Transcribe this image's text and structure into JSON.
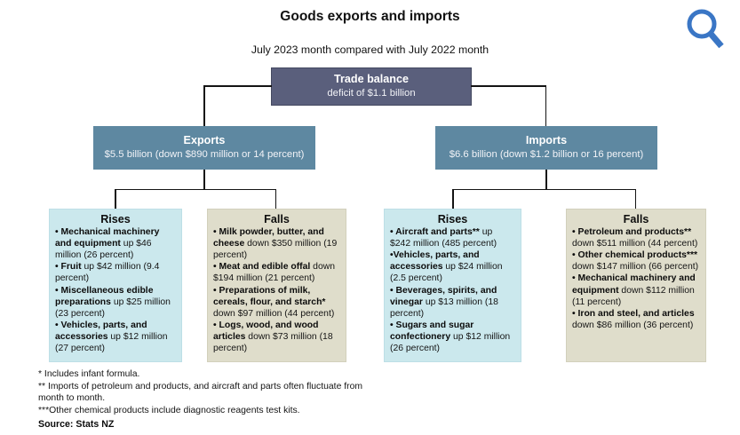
{
  "header": {
    "title": "Goods exports and imports",
    "subtitle": "July 2023 month compared with July 2022 month"
  },
  "icons": {
    "search": "magnifier-icon"
  },
  "colors": {
    "trade_balance_box": "#5a5f7c",
    "exports_imports_box": "#5e88a1",
    "rises_box": "#cbe8ed",
    "falls_box": "#dfddcb",
    "search_icon": "#3a76c5",
    "connector": "#141414"
  },
  "tree": {
    "trade_balance": {
      "title": "Trade balance",
      "subtitle": "deficit of $1.1 billion"
    },
    "exports": {
      "title": "Exports",
      "subtitle": "$5.5 billion (down $890 million or 14 percent)"
    },
    "imports": {
      "title": "Imports",
      "subtitle": "$6.6 billion (down $1.2 billion or 16 percent)"
    },
    "exports_rises": {
      "title": "Rises",
      "items": [
        {
          "term": "• Mechanical machinery and equipment",
          "rest": " up $46 million (26 percent)"
        },
        {
          "term": "• Fruit",
          "rest": " up $42 million (9.4 percent)"
        },
        {
          "term": "• Miscellaneous edible preparations",
          "rest": " up $25 million (23 percent)"
        },
        {
          "term": "• Vehicles, parts, and accessories",
          "rest": " up $12 million (27 percent)"
        }
      ]
    },
    "exports_falls": {
      "title": "Falls",
      "items": [
        {
          "term": "• Milk powder, butter, and cheese",
          "rest": " down $350 million (19 percent)"
        },
        {
          "term": "• Meat and edible offal",
          "rest": " down $194 million (21 percent)"
        },
        {
          "term": "• Preparations of milk, cereals, flour, and starch*",
          "rest": " down $97 million (44 percent)"
        },
        {
          "term": "• Logs, wood, and wood articles",
          "rest": " down $73 million (18 percent)"
        }
      ]
    },
    "imports_rises": {
      "title": "Rises",
      "items": [
        {
          "term": "• Aircraft and parts**",
          "rest": " up $242 million (485 percent)"
        },
        {
          "term": "•Vehicles, parts, and accessories",
          "rest": " up $24 million (2.5 percent)"
        },
        {
          "term": "• Beverages, spirits, and vinegar",
          "rest": " up $13 million (18 percent)"
        },
        {
          "term": "• Sugars and sugar confectionery",
          "rest": " up $12 million (26 percent)"
        }
      ]
    },
    "imports_falls": {
      "title": "Falls",
      "items": [
        {
          "term": "• Petroleum and products**",
          "rest": " down $511 million (44 percent)"
        },
        {
          "term": "• Other chemical products***",
          "rest": " down $147 million (66 percent)"
        },
        {
          "term": "• Mechanical machinery and equipment",
          "rest": " down $112 million (11 percent)"
        },
        {
          "term": "• Iron and steel, and articles",
          "rest": " down $86 million (36 percent)"
        }
      ]
    }
  },
  "footnotes": [
    "* Includes infant formula.",
    "** Imports of petroleum and products, and aircraft and parts often fluctuate from month to month.",
    "***Other chemical products include diagnostic reagents test kits."
  ],
  "source": "Source: Stats NZ"
}
